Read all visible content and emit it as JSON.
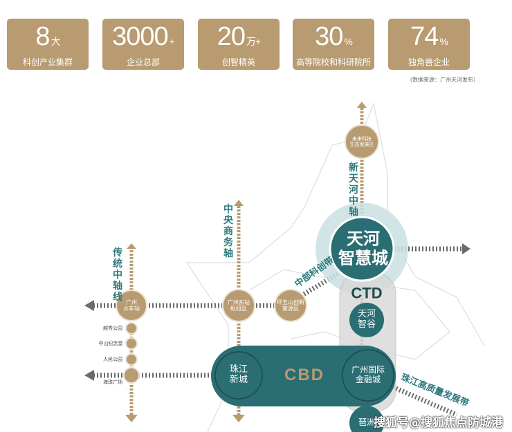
{
  "stats": [
    {
      "num": "8",
      "unit": "大",
      "label": "科创产业集群"
    },
    {
      "num": "3000",
      "unit": "+",
      "label": "企业总部"
    },
    {
      "num": "20",
      "unit": "万+",
      "label": "创智精英"
    },
    {
      "num": "30",
      "unit": "%",
      "label": "高等院校和科研院所"
    },
    {
      "num": "74",
      "unit": "%",
      "label": "独角兽企业"
    }
  ],
  "source": "（数据来源：广州天河发布）",
  "axes": {
    "traditional": "传统中轴线",
    "cbd_axis": "中央商务轴",
    "new_tianhe": "新天河中轴",
    "central_sci": "中部科创带",
    "pearl_river": "珠江高质量发展带"
  },
  "nodes": {
    "gz_station": "广州\n火车站",
    "gz_east": "广州东站\n枢纽区",
    "wushan": "环五山创新\n策源区",
    "future_tech": "未来科技\n生态发展区",
    "yuexiu": "越秀公园",
    "zhongshan": "中山纪念堂",
    "renmin": "人民公园",
    "haizhu": "海珠广场",
    "smart_city": "天河\n智慧城",
    "ctd": "CTD",
    "valley": "天河\n智谷",
    "cbd": "CBD",
    "zhujiang": "珠江\n新城",
    "ifc": "广州国际\n金融城",
    "pazhou": "琶洲"
  },
  "watermark": "搜狐号@搜狐焦点防城港站",
  "colors": {
    "gold": "#b89b70",
    "teal": "#2a6d72",
    "light_teal": "#c9e0e2"
  }
}
